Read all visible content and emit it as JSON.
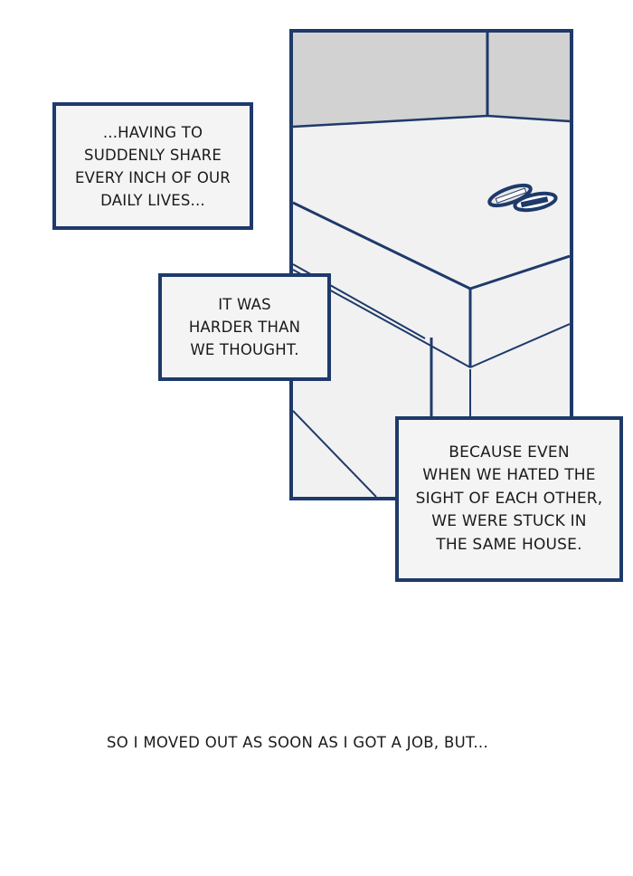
{
  "page": {
    "type": "webtoon-comic-panel",
    "colors": {
      "border_navy": "#1e3a6b",
      "wall_gray": "#d2d2d2",
      "floor_white": "#f1f1f1",
      "caption_bg": "#f4f4f4",
      "text": "#1a1a1a"
    }
  },
  "panel": {
    "scene": "empty room corner with two rings on a table",
    "rings_icon": "two-rings-icon"
  },
  "captions": [
    {
      "id": "cap1",
      "text": "...HAVING TO\nSUDDENLY SHARE\nEVERY INCH OF OUR\nDAILY LIVES..."
    },
    {
      "id": "cap2",
      "text": "IT WAS\nHARDER THAN\nWE THOUGHT."
    },
    {
      "id": "cap3",
      "text": "BECAUSE EVEN\nWHEN WE HATED THE\nSIGHT OF EACH OTHER,\nWE WERE STUCK IN\nTHE SAME HOUSE."
    }
  ],
  "narration": {
    "text": "SO I MOVED OUT AS SOON AS I GOT A JOB, BUT..."
  }
}
